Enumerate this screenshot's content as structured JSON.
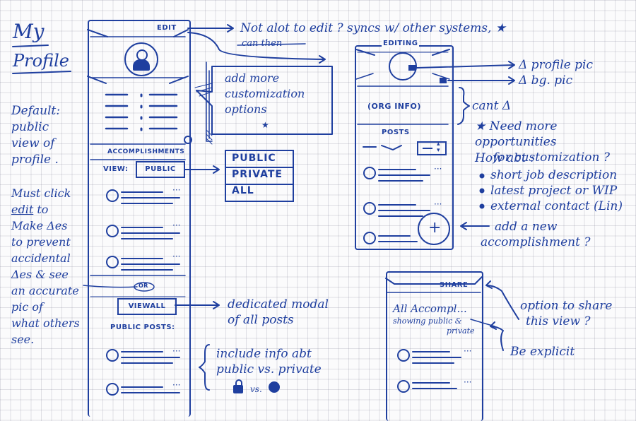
{
  "title": {
    "line1": "My",
    "line2": "Profile"
  },
  "left_notes": {
    "default": [
      "Default:",
      "public",
      "view of",
      "profile ."
    ],
    "must": [
      "Must click",
      "edit",
      "to",
      "Make Δes",
      "to prevent",
      "accidental",
      "Δes & see",
      "an accurate",
      "pic of",
      "what others",
      "see."
    ]
  },
  "phone1": {
    "edit_label": "EDIT",
    "accomplishments_label": "ACCOMPLISHMENTS",
    "view_label": "VIEW:",
    "view_value": "PUBLIC",
    "or_label": "OR",
    "view_all_label": "VIEWALL",
    "public_posts_label": "PUBLIC POSTS:"
  },
  "dropdown": {
    "options": [
      "PUBLIC",
      "PRIVATE",
      "ALL"
    ]
  },
  "speech": {
    "lines": [
      "add more",
      "customization",
      "options"
    ],
    "star": "★"
  },
  "notes": {
    "edit_note": "Not alot to edit ? syncs w/ other systems, ★",
    "struck": "can then",
    "modal_note": [
      "dedicated modal",
      "of all posts"
    ],
    "info_note": [
      "include info abt",
      "public vs. private"
    ],
    "vs": "vs.",
    "profile_pic": "Δ profile pic",
    "bg_pic": "Δ bg. pic",
    "cant": "cant Δ",
    "more_opps": [
      "★ Need more opportunities",
      "for customization ?"
    ],
    "how_abt": "How abt :",
    "bullets": [
      "short job description",
      "latest project or WIP",
      "external contact (Lin)"
    ],
    "add_accomp": [
      "add a new",
      "accomplishment ?"
    ],
    "share_option": [
      "option to share",
      "this view ?"
    ],
    "be_explicit": "Be explicit"
  },
  "phone2": {
    "editing_label": "EDITING",
    "org_info": "(ORG INFO)",
    "posts_label": "POSTS",
    "plus": "+"
  },
  "phone3": {
    "share_label": "SHARE",
    "all_accomp": "All Accompl...",
    "showing": "showing public &",
    "private": "private"
  },
  "colors": {
    "ink": "#1f3f9f",
    "grid": "#c9c9d2",
    "paper": "#fbfbfc"
  }
}
